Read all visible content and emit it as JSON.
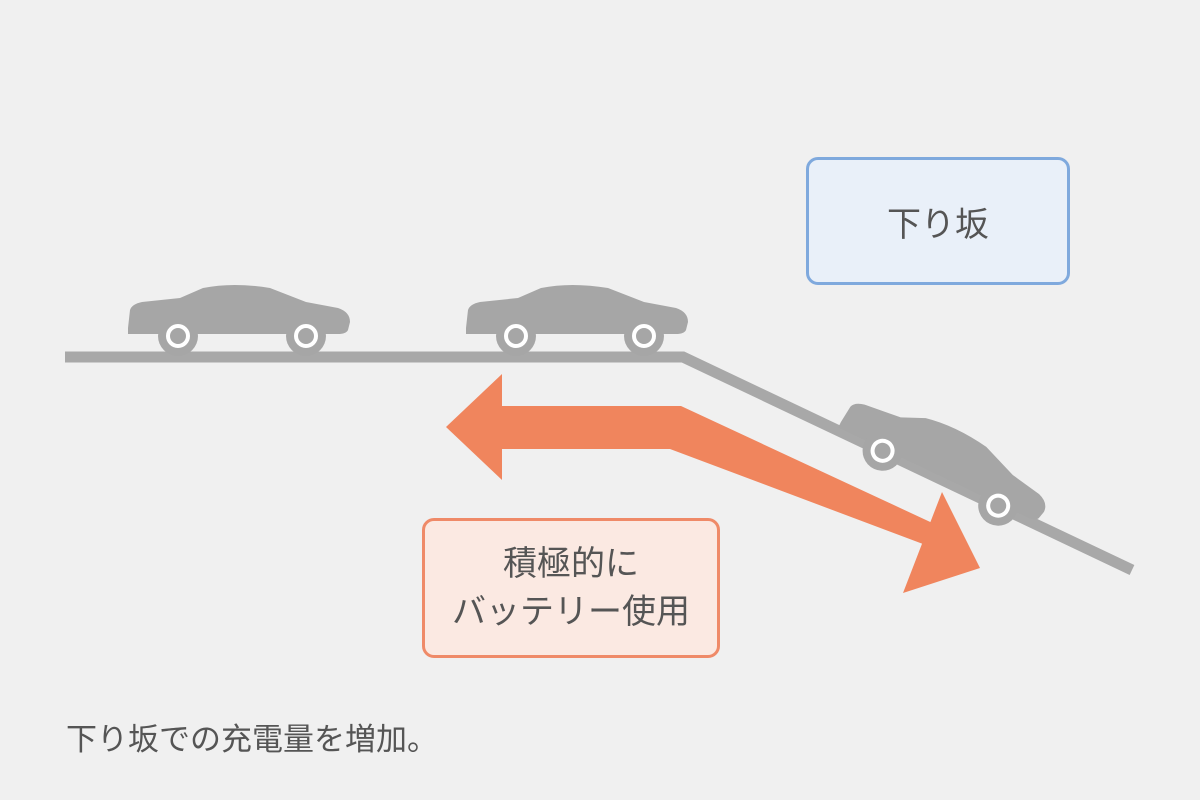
{
  "labels": {
    "downhill": "下り坂",
    "battery_line1": "積極的に",
    "battery_line2": "バッテリー使用"
  },
  "caption": "下り坂での充電量を増加。",
  "colors": {
    "background": "#f0f0f0",
    "road": "#a8a8a8",
    "car": "#a6a6a6",
    "wheel_rim": "#ffffff",
    "arrow": "#f0855d",
    "downhill_box_fill": "#e9f0f9",
    "downhill_box_border": "#7fa9dd",
    "battery_box_fill": "#fbe9e2",
    "battery_box_border": "#ef8a68",
    "text": "#555555"
  },
  "icons": [
    "car-icon",
    "car-icon",
    "car-icon",
    "bent-double-arrow-icon"
  ]
}
